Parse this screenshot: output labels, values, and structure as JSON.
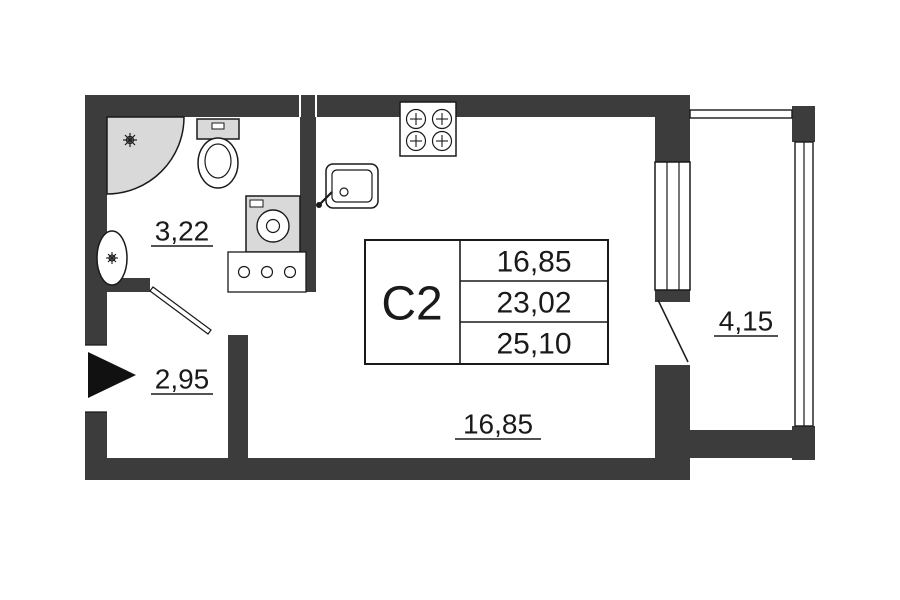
{
  "plan": {
    "unit": {
      "label": "С2"
    },
    "spec_table": {
      "values": [
        "16,85",
        "23,02",
        "25,10"
      ]
    },
    "areas": {
      "bathroom": "3,22",
      "hallway": "2,95",
      "living": "16,85",
      "balcony": "4,15"
    },
    "colors": {
      "wall": "#3c3c3c",
      "fixture": "#d9d9d9",
      "line": "#1a1a1a",
      "background": "#ffffff"
    }
  }
}
